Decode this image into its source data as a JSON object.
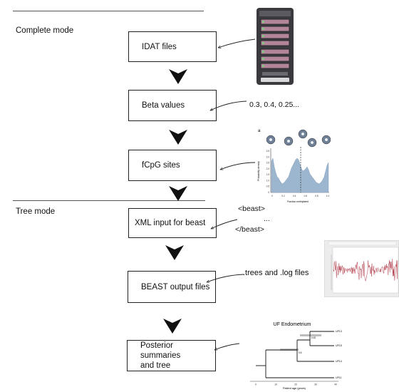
{
  "modes": {
    "complete": "Complete mode",
    "tree": "Tree mode"
  },
  "steps": [
    "IDAT files",
    "Beta values",
    "fCpG sites",
    "XML input for beast",
    "BEAST output files",
    "Posterior summaries\nand tree"
  ],
  "notes": {
    "beta_values": "0.3, 0.4, 0.25...",
    "xml_open": "<beast>",
    "xml_dots": "...",
    "xml_close": "</beast>",
    "beast_outputs": ".trees and .log files"
  },
  "thumbnails": {
    "histogram": {
      "panel_letter": "a",
      "xlabel": "Fraction methylated",
      "ylabel": "Probability density",
      "yticks": [
        "3.5",
        "3.0",
        "2.5",
        "2.0",
        "1.5",
        "1.0",
        "0.5",
        "0"
      ],
      "xticks": [
        "0",
        "0.2",
        "0.4",
        "0.6",
        "0.8",
        "1.0"
      ],
      "color": "#9db6d0"
    },
    "tree": {
      "title": "UF Endometrium",
      "xlabel": "Patient age (years)",
      "tips": [
        "UF13",
        "UF15",
        "UF14",
        "UF11"
      ],
      "node_labels": [
        "0.92",
        "0.6"
      ],
      "xticks": [
        "0",
        "10",
        "20",
        "30",
        "40"
      ]
    },
    "trace": {
      "color": "#b03a48"
    }
  },
  "colors": {
    "line": "#222222",
    "arrow": "#111111"
  }
}
